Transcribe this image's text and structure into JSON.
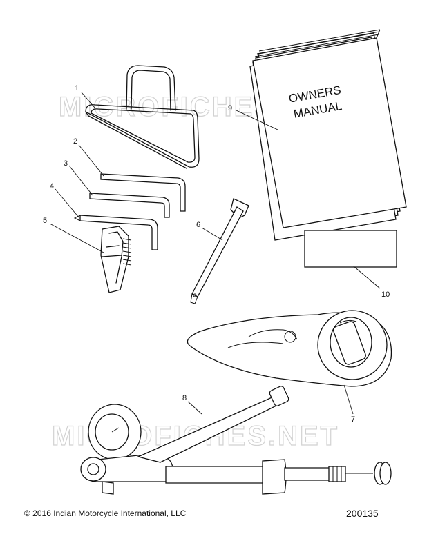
{
  "watermark": "MICROFICHES.NET",
  "manual": {
    "line1": "OWNERS",
    "line2": "MANUAL"
  },
  "callouts": [
    "1",
    "2",
    "3",
    "4",
    "5",
    "6",
    "7",
    "8",
    "9",
    "10"
  ],
  "footer": {
    "copyright": "© 2016 Indian Motorcycle International, LLC",
    "figure_number": "200135"
  },
  "icons": {
    "manual": "owners-manual-book-icon",
    "label": "blank-label-icon",
    "wrench": "strap-wrench-icon",
    "allen": "allen-key-icon",
    "fuse_puller": "fuse-puller-icon",
    "screwdriver": "screwdriver-icon",
    "pouch": "tool-pouch-icon",
    "gauge": "pressure-gauge-pump-icon"
  }
}
